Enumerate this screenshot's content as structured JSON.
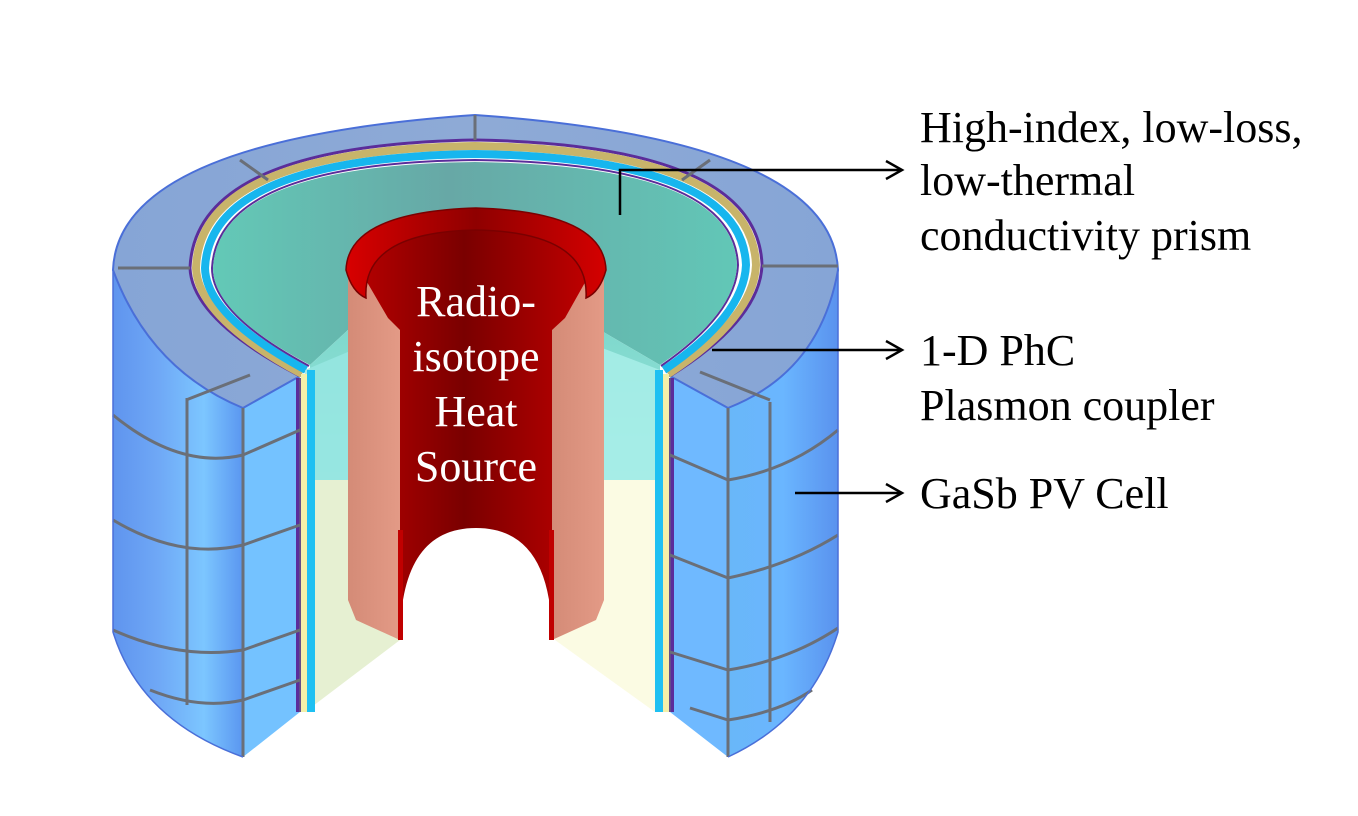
{
  "labels": {
    "heat_source": [
      "Radio-",
      "isotope",
      "Heat",
      "Source"
    ],
    "prism": [
      "High-index, low-loss,",
      "low-thermal",
      "conductivity prism"
    ],
    "coupler": [
      "1-D PhC",
      "Plasmon coupler"
    ],
    "pv_cell": "GaSb PV Cell"
  },
  "colors": {
    "pv_cell": "#5f9cf5",
    "pv_cell_light": "#7cc7ff",
    "pv_top": "#8aa9d4",
    "gridline": "#6a6f78",
    "coupler_gold": "#c8b46a",
    "coupler_cyan": "#17b6ee",
    "coupler_purple": "#5b2d9a",
    "prism_teal": "#5fc6b4",
    "prism_light": "#9fe9e6",
    "prism_floor": "#e9f3d8",
    "heat_dark": "#8b0000",
    "heat_red": "#c40000",
    "heat_salmon": "#dc8a78"
  }
}
